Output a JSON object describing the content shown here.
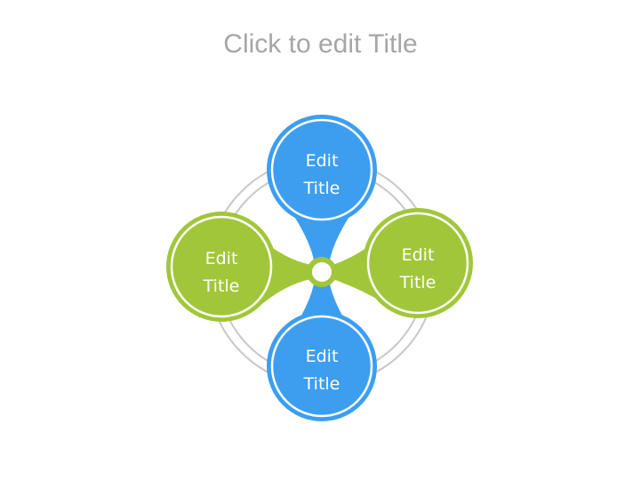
{
  "slide": {
    "title": "Click to edit Title"
  },
  "diagram": {
    "colors": {
      "blue": "#3d9ef0",
      "green": "#a2c63a",
      "ring": "#c8c8c8",
      "hub_fill": "#ffffff",
      "label": "#ffffff"
    },
    "nodes": [
      {
        "id": "top",
        "line1": "Edit",
        "line2": "Title",
        "color": "blue"
      },
      {
        "id": "left",
        "line1": "Edit",
        "line2": "Title",
        "color": "green"
      },
      {
        "id": "right",
        "line1": "Edit",
        "line2": "Title",
        "color": "green"
      },
      {
        "id": "bottom",
        "line1": "Edit",
        "line2": "Title",
        "color": "blue"
      }
    ]
  }
}
